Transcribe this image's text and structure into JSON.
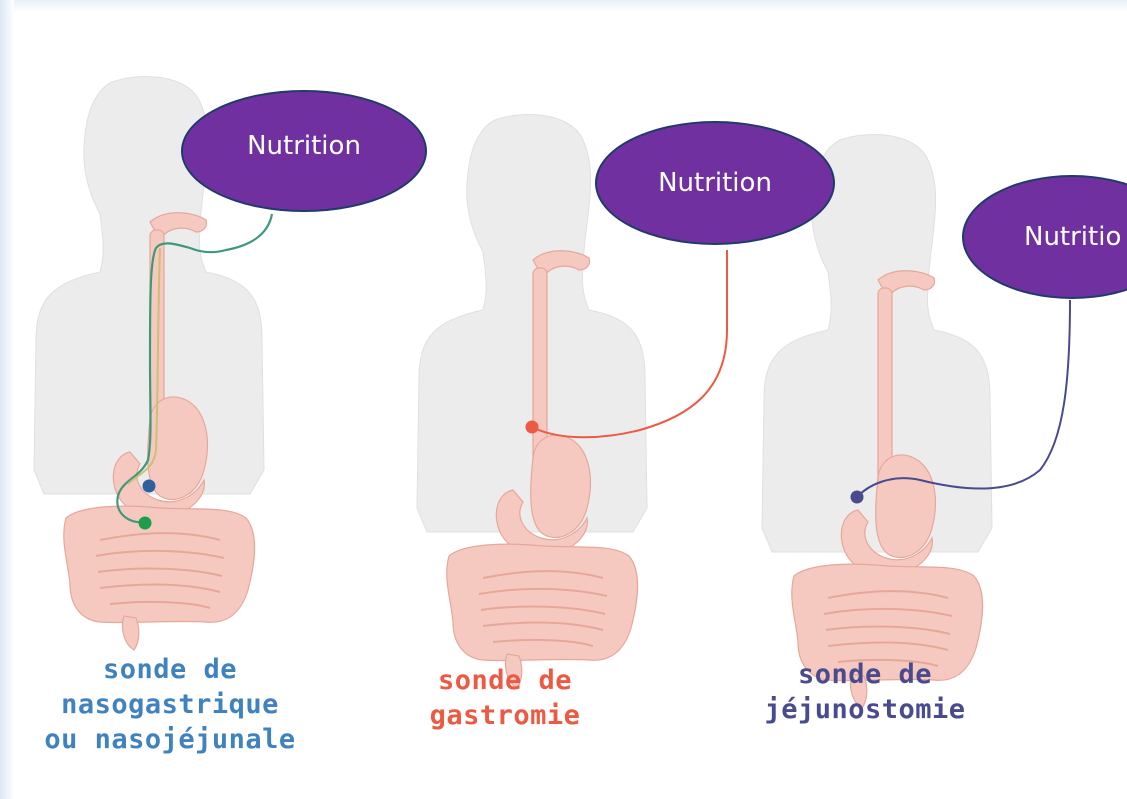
{
  "panels": [
    {
      "bubble_label": "Nutrition",
      "caption_lines": [
        "sonde de",
        "nasogastrique",
        "ou nasojéjunale"
      ],
      "tube_color": "#3c9a78"
    },
    {
      "bubble_label": "Nutrition",
      "caption_lines": [
        "sonde de",
        "gastromie"
      ],
      "tube_color": "#ec5a43"
    },
    {
      "bubble_label": "Nutritio",
      "caption_lines": [
        "sonde de",
        "jéjunostomie"
      ],
      "tube_color": "#4a4a8e"
    }
  ],
  "colors": {
    "body_silhouette": "#ececec",
    "organs": "#f6c9c0",
    "bubble_fill": "#7030a0",
    "caption_blue": "#3f82be",
    "caption_red": "#ec5a43",
    "caption_purple": "#4a4a8e",
    "marker_blue": "#2e5f9e",
    "marker_green": "#1e9e4a",
    "marker_red": "#ec5a43",
    "marker_purple": "#4a4a8e"
  }
}
